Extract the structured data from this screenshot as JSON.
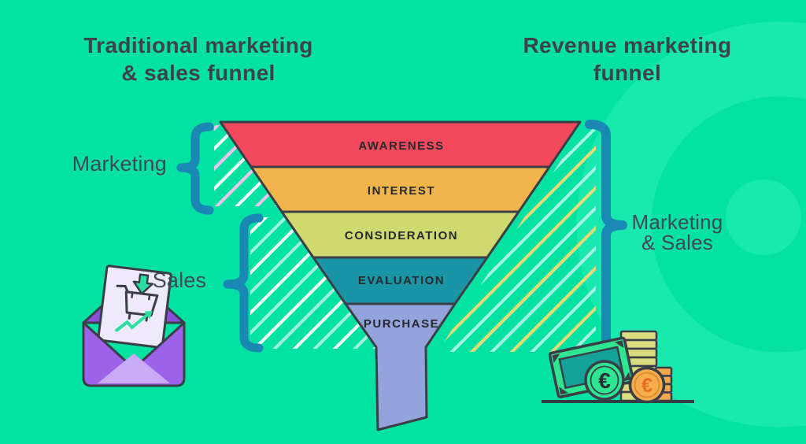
{
  "headings": {
    "left_line1": "Traditional marketing",
    "left_line2": "& sales funnel",
    "right_line1": "Revenue marketing",
    "right_line2": "funnel"
  },
  "funnel": {
    "stages": [
      {
        "label": "AWARENESS",
        "color": "#F4495C"
      },
      {
        "label": "INTEREST",
        "color": "#F2B44C"
      },
      {
        "label": "CONSIDERATION",
        "color": "#CEDA70"
      },
      {
        "label": "EVALUATION",
        "color": "#1995A6"
      },
      {
        "label": "PURCHASE",
        "color": "#93A3DC"
      }
    ],
    "outline_color": "#3A3E47"
  },
  "labels": {
    "left_top": "Marketing",
    "left_bottom": "Sales",
    "right_line1": "Marketing",
    "right_line2": "& Sales"
  },
  "icons": {
    "note_currency": "€",
    "coin_currency": "€",
    "envelope": "envelope-with-cart-icon",
    "money": "banknote-and-coins-icon"
  },
  "colors": {
    "background": "#04E2A3",
    "swirl": "#19E8AF",
    "brace": "#1A88B5",
    "heading_text": "#3E434B",
    "label_text": "#3E4B55",
    "stripe_white": "#F2FDF8",
    "stripe_pink": "#EFC3EE",
    "stripe_cyan": "#9FF0DF",
    "stripe_yellow": "#E9DC74"
  }
}
